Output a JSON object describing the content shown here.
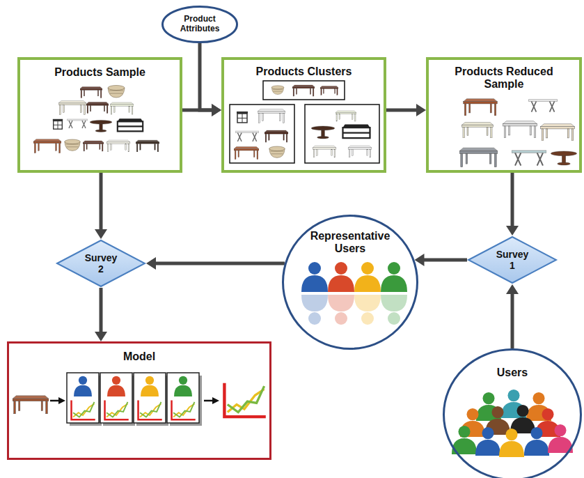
{
  "diagram": {
    "nodes": [
      {
        "text": [
          "Product Attributes"
        ]
      },
      {
        "text": [
          "Products Sample"
        ]
      },
      {
        "text": [
          "Products Clusters"
        ]
      },
      {
        "text": [
          "Products Reduced Sample"
        ]
      },
      {
        "text": [
          "Survey 2"
        ]
      },
      {
        "text": [
          "Representative Users"
        ]
      },
      {
        "text": [
          "Survey 1"
        ]
      },
      {
        "text": [
          "Model"
        ]
      },
      {
        "text": [
          "Users"
        ]
      }
    ],
    "edges": [
      {
        "from": 0,
        "to": 2,
        "arrow": "to"
      },
      {
        "from": 1,
        "to": 2,
        "arrow": "to"
      },
      {
        "from": 2,
        "to": 3,
        "arrow": "to"
      },
      {
        "from": 3,
        "to": 6,
        "arrow": "to"
      },
      {
        "from": 8,
        "to": 6,
        "arrow": "to"
      },
      {
        "from": 6,
        "to": 5,
        "arrow": "to"
      },
      {
        "from": 5,
        "to": 4,
        "arrow": "to"
      },
      {
        "from": 1,
        "to": 4,
        "arrow": "to"
      },
      {
        "from": 4,
        "to": 7,
        "arrow": "to"
      }
    ]
  }
}
